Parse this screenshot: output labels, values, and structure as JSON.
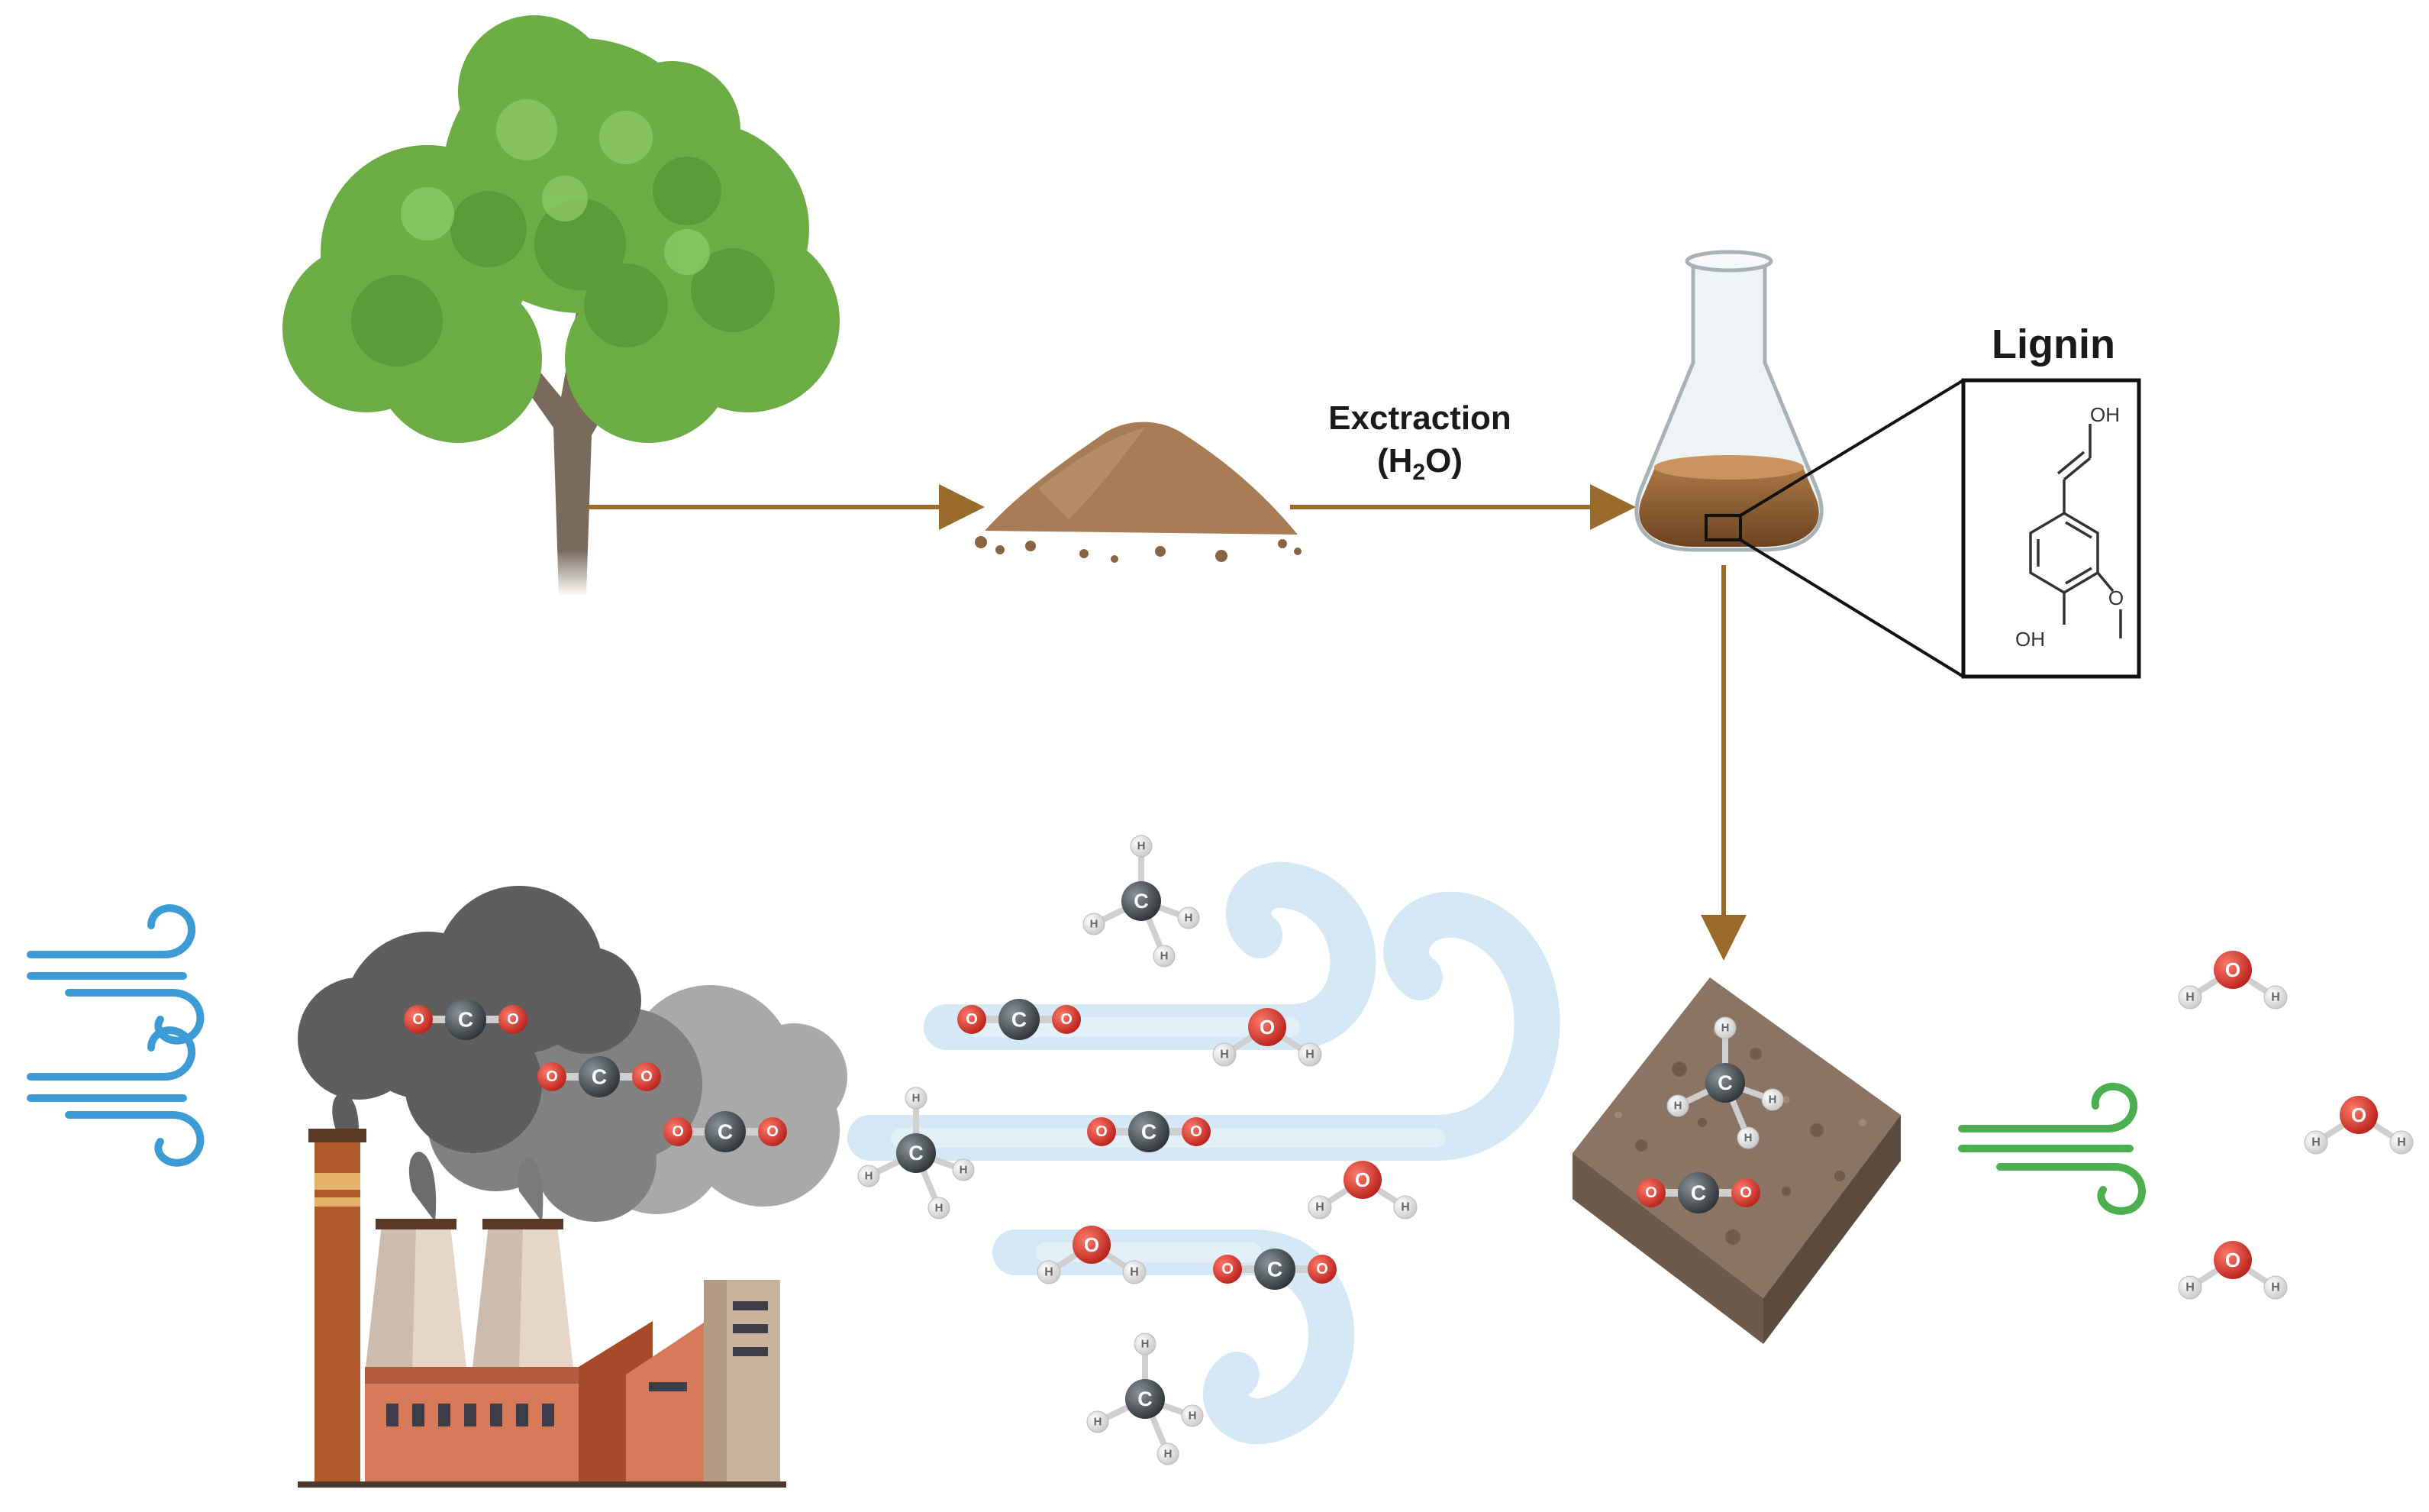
{
  "labels": {
    "extraction_line1": "Exctraction",
    "extraction_line2_pre": "(H",
    "extraction_line2_sub": "2",
    "extraction_line2_post": "O)",
    "lignin": "Lignin",
    "oh_top": "OH",
    "oh_bottom": "OH"
  },
  "atoms": {
    "carbon": "C",
    "oxygen": "O",
    "hydrogen": "H"
  },
  "colors": {
    "arrow": "#9a6a2c",
    "foliage": "#6cae45",
    "trunk": "#7a6a5c",
    "sawdust": "#a87c55",
    "smoke": "#5e5e5e",
    "wind_blue": "#3d9bd6",
    "wind_green": "#4caf50",
    "wind_stream": "#c9e2f2",
    "carbon_atom": "#3c4448",
    "oxygen_atom": "#d2352e",
    "hydrogen_atom": "#f1f1f1",
    "sponge": "#8a7463"
  },
  "molecules": [
    {
      "type": "CO2",
      "location": "smoke"
    },
    {
      "type": "CO2",
      "location": "smoke"
    },
    {
      "type": "CO2",
      "location": "smoke"
    },
    {
      "type": "CH4",
      "location": "wind"
    },
    {
      "type": "CO2",
      "location": "wind"
    },
    {
      "type": "H2O",
      "location": "wind"
    },
    {
      "type": "CH4",
      "location": "wind"
    },
    {
      "type": "CO2",
      "location": "wind"
    },
    {
      "type": "H2O",
      "location": "wind"
    },
    {
      "type": "H2O",
      "location": "wind"
    },
    {
      "type": "CO2",
      "location": "wind"
    },
    {
      "type": "CH4",
      "location": "wind"
    },
    {
      "type": "CH4",
      "location": "adsorbent"
    },
    {
      "type": "CO2",
      "location": "adsorbent"
    },
    {
      "type": "H2O",
      "location": "output"
    },
    {
      "type": "H2O",
      "location": "output"
    },
    {
      "type": "H2O",
      "location": "output"
    }
  ]
}
